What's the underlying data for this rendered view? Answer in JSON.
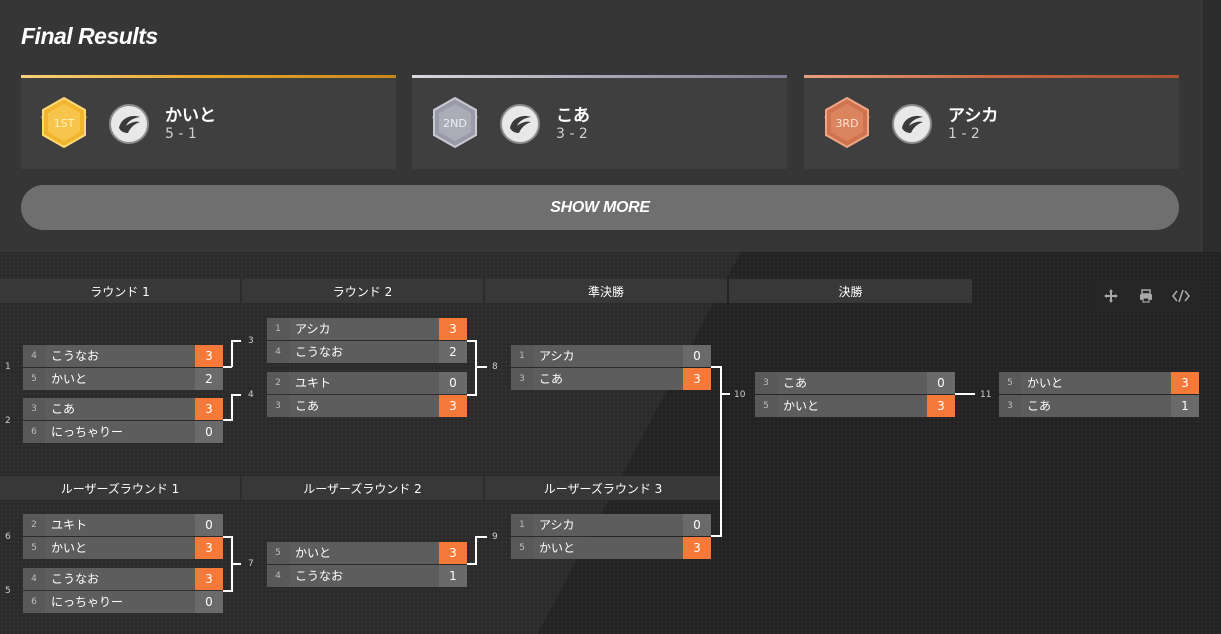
{
  "final_results": {
    "title": "Final Results",
    "places": [
      {
        "badge": "1ST",
        "name": "かいと",
        "record": "5 - 1",
        "accent": "#f2b530"
      },
      {
        "badge": "2ND",
        "name": "こあ",
        "record": "3 - 2",
        "accent": "#9a9aa8"
      },
      {
        "badge": "3RD",
        "name": "アシカ",
        "record": "1 - 2",
        "accent": "#d07450"
      }
    ],
    "show_more_label": "SHOW MORE"
  },
  "bracket": {
    "rounds": [
      "ラウンド 1",
      "ラウンド 2",
      "準決勝",
      "決勝"
    ],
    "loser_rounds": [
      "ルーザーズラウンド 1",
      "ルーザーズラウンド 2",
      "ルーザーズラウンド 3"
    ],
    "matches": {
      "m1": {
        "num": "1",
        "p1": {
          "seed": "4",
          "name": "こうなお",
          "score": "3"
        },
        "p2": {
          "seed": "5",
          "name": "かいと",
          "score": "2"
        }
      },
      "m2": {
        "num": "2",
        "p1": {
          "seed": "3",
          "name": "こあ",
          "score": "3"
        },
        "p2": {
          "seed": "6",
          "name": "にっちゃりー",
          "score": "0"
        }
      },
      "m3": {
        "num": "3",
        "p1": {
          "seed": "1",
          "name": "アシカ",
          "score": "3"
        },
        "p2": {
          "seed": "4",
          "name": "こうなお",
          "score": "2"
        }
      },
      "m4": {
        "num": "4",
        "p1": {
          "seed": "2",
          "name": "ユキト",
          "score": "0"
        },
        "p2": {
          "seed": "3",
          "name": "こあ",
          "score": "3"
        }
      },
      "m8": {
        "num": "8",
        "p1": {
          "seed": "1",
          "name": "アシカ",
          "score": "0"
        },
        "p2": {
          "seed": "3",
          "name": "こあ",
          "score": "3"
        }
      },
      "m10": {
        "num": "10",
        "p1": {
          "seed": "3",
          "name": "こあ",
          "score": "0"
        },
        "p2": {
          "seed": "5",
          "name": "かいと",
          "score": "3"
        }
      },
      "m11": {
        "num": "11",
        "p1": {
          "seed": "5",
          "name": "かいと",
          "score": "3"
        },
        "p2": {
          "seed": "3",
          "name": "こあ",
          "score": "1"
        }
      },
      "m6": {
        "num": "6",
        "p1": {
          "seed": "2",
          "name": "ユキト",
          "score": "0"
        },
        "p2": {
          "seed": "5",
          "name": "かいと",
          "score": "3"
        }
      },
      "m5": {
        "num": "5",
        "p1": {
          "seed": "4",
          "name": "こうなお",
          "score": "3"
        },
        "p2": {
          "seed": "6",
          "name": "にっちゃりー",
          "score": "0"
        }
      },
      "m7": {
        "num": "7",
        "p1": {
          "seed": "5",
          "name": "かいと",
          "score": "3"
        },
        "p2": {
          "seed": "4",
          "name": "こうなお",
          "score": "1"
        }
      },
      "m9": {
        "num": "9",
        "p1": {
          "seed": "1",
          "name": "アシカ",
          "score": "0"
        },
        "p2": {
          "seed": "5",
          "name": "かいと",
          "score": "3"
        }
      }
    }
  },
  "toolbar": {
    "tools": [
      {
        "icon": "move-icon"
      },
      {
        "icon": "print-icon"
      },
      {
        "icon": "embed-code-icon"
      }
    ]
  },
  "colors": {
    "winner_score": "#f57a3a",
    "gold": "#f2b530",
    "silver": "#9a9aa8",
    "bronze": "#d07450"
  }
}
